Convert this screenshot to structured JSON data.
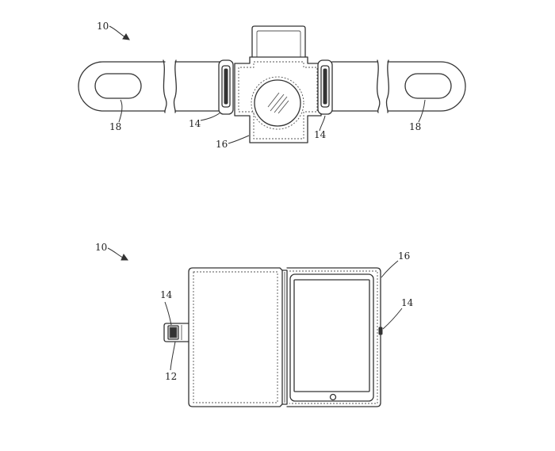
{
  "figure_top": {
    "device_ref": "10",
    "strap_end_left_ref": "18",
    "strap_end_right_ref": "18",
    "buckle_left_ref": "14",
    "buckle_right_ref": "14",
    "case_body_ref": "16"
  },
  "figure_bottom": {
    "device_ref": "10",
    "fastener_ref": "14",
    "tab_ref": "12",
    "case_ref": "16",
    "side_fastener_ref": "14"
  }
}
